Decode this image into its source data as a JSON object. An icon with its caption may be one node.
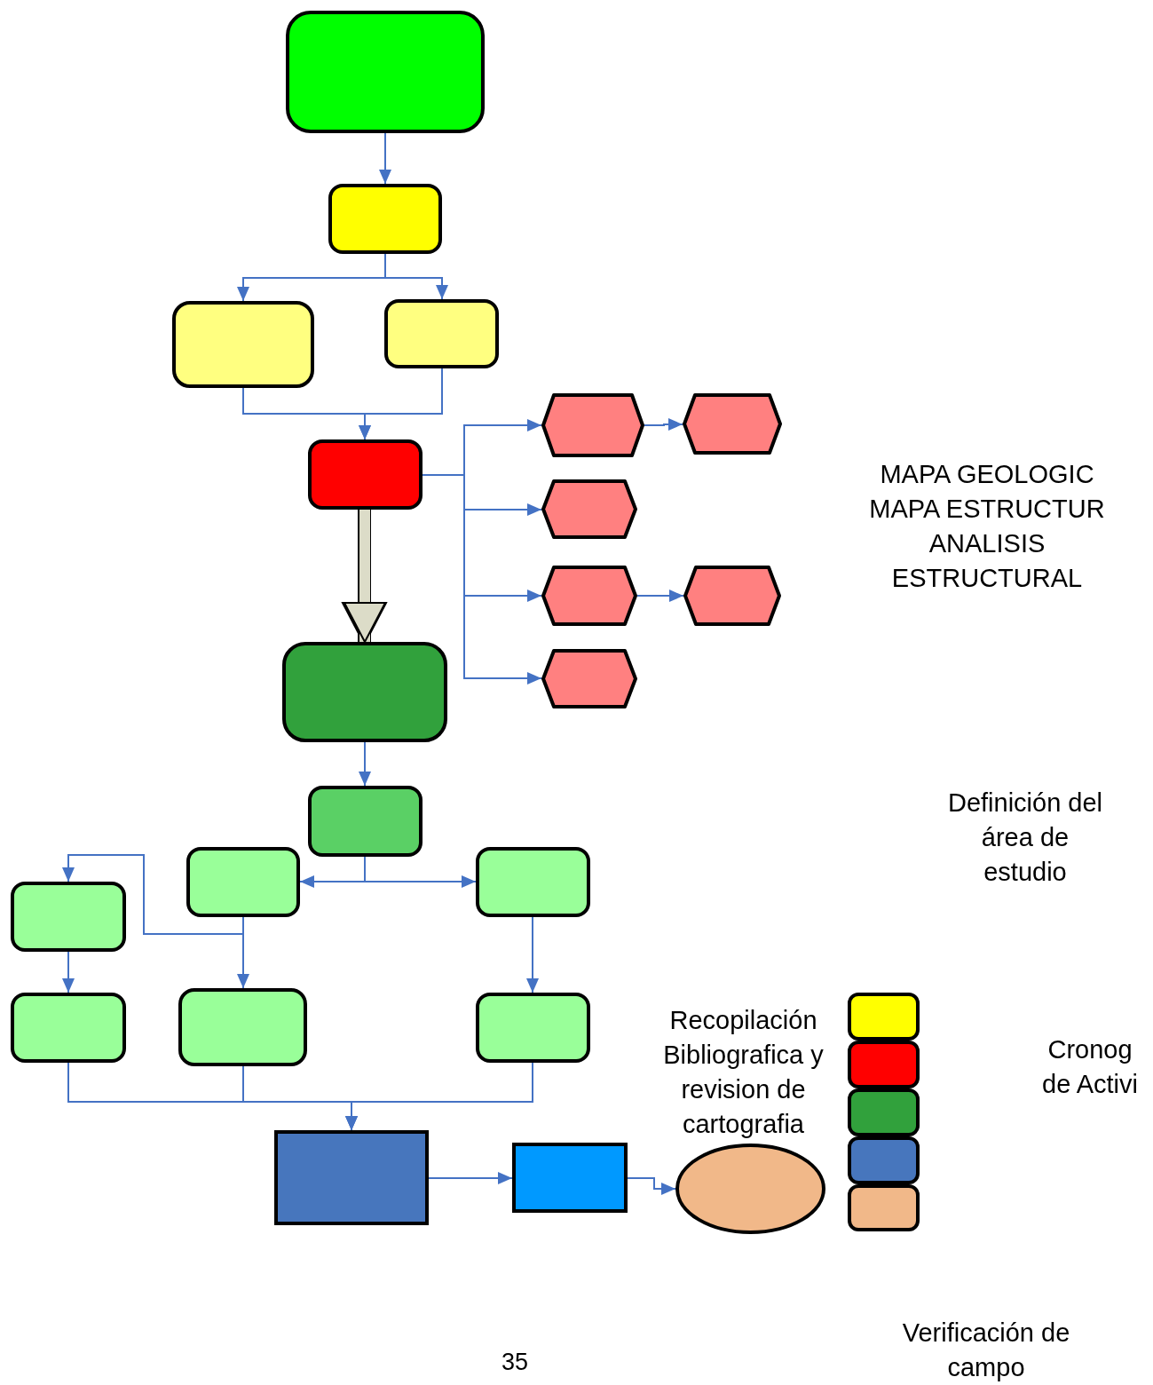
{
  "diagram": {
    "nodes": [
      {
        "text": [],
        "shape": "box"
      },
      {
        "text": [],
        "shape": "box"
      },
      {
        "text": [],
        "shape": "box"
      },
      {
        "text": [],
        "shape": "box"
      },
      {
        "text": [],
        "shape": "box"
      },
      {
        "text": [],
        "shape": "hexagon"
      },
      {
        "text": [],
        "shape": "hexagon"
      },
      {
        "text": [],
        "shape": "hexagon"
      },
      {
        "text": [],
        "shape": "hexagon"
      },
      {
        "text": [],
        "shape": "hexagon"
      },
      {
        "text": [],
        "shape": "hexagon"
      },
      {
        "text": [],
        "shape": "box"
      },
      {
        "text": [],
        "shape": "box"
      },
      {
        "text": [],
        "shape": "box"
      },
      {
        "text": [],
        "shape": "box"
      },
      {
        "text": [],
        "shape": "box"
      },
      {
        "text": [],
        "shape": "box"
      },
      {
        "text": [],
        "shape": "box"
      },
      {
        "text": [],
        "shape": "box"
      },
      {
        "text": [],
        "shape": "box"
      },
      {
        "text": [],
        "shape": "box"
      },
      {
        "text": [],
        "shape": "ellipse"
      },
      {
        "text": [],
        "shape": "box"
      },
      {
        "text": [],
        "shape": "box"
      },
      {
        "text": [],
        "shape": "box"
      },
      {
        "text": [],
        "shape": "box"
      },
      {
        "text": [],
        "shape": "box"
      }
    ],
    "edges": [
      {
        "from": 0,
        "to": 1,
        "arrow": "to"
      },
      {
        "from": 1,
        "to": 2,
        "arrow": "to"
      },
      {
        "from": 1,
        "to": 3,
        "arrow": "to"
      },
      {
        "from": 2,
        "to": 4,
        "arrow": "to"
      },
      {
        "from": 3,
        "to": 4,
        "arrow": "to"
      },
      {
        "from": 4,
        "to": 5,
        "arrow": "to"
      },
      {
        "from": 4,
        "to": 7,
        "arrow": "to"
      },
      {
        "from": 4,
        "to": 8,
        "arrow": "to"
      },
      {
        "from": 4,
        "to": 10,
        "arrow": "to"
      },
      {
        "from": 5,
        "to": 6,
        "arrow": "to"
      },
      {
        "from": 8,
        "to": 9,
        "arrow": "to"
      },
      {
        "from": 4,
        "to": 11,
        "arrow": "to",
        "style": "thick",
        "color": "#dcdcc8"
      },
      {
        "from": 11,
        "to": 12,
        "arrow": "to"
      },
      {
        "from": 12,
        "to": 13,
        "arrow": "to"
      },
      {
        "from": 12,
        "to": 14,
        "arrow": "to"
      },
      {
        "from": 13,
        "to": 15,
        "arrow": "to"
      },
      {
        "from": 13,
        "to": 17,
        "arrow": "to"
      },
      {
        "from": 15,
        "to": 16,
        "arrow": "to"
      },
      {
        "from": 14,
        "to": 18,
        "arrow": "to"
      },
      {
        "from": 16,
        "to": 19,
        "arrow": "to"
      },
      {
        "from": 17,
        "to": 19,
        "arrow": "to"
      },
      {
        "from": 18,
        "to": 19,
        "arrow": "to"
      },
      {
        "from": 19,
        "to": 20,
        "arrow": "to"
      },
      {
        "from": 20,
        "to": 21,
        "arrow": "to"
      }
    ],
    "labels": [
      "MAPA GEOLOGIC MAPA ESTRUCTUR ANALISIS ESTRUCTURAL",
      "Definición del área de estudio",
      "Recopilación Bibliografica y revision de cartografia",
      "Cronog de Activi",
      "Verificación de campo",
      "35"
    ]
  }
}
